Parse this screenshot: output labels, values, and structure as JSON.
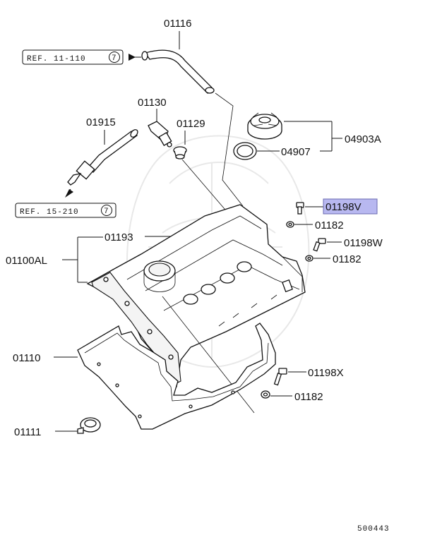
{
  "diagram": {
    "labels": {
      "p01116": "01116",
      "p01130": "01130",
      "p01129": "01129",
      "p01915": "01915",
      "p04903A": "04903A",
      "p04907": "04907",
      "p01198V": "01198V",
      "p01182a": "01182",
      "p01198W": "01198W",
      "p01182b": "01182",
      "p01193": "01193",
      "p01100AL": "01100AL",
      "p01110": "01110",
      "p01198X": "01198X",
      "p01182c": "01182",
      "p01111": "01111"
    },
    "refs": {
      "ref1": "REF. 11-110",
      "ref1_num": "7",
      "ref2": "REF. 15-210",
      "ref2_num": "7"
    },
    "highlight_color": "#b8b8f0",
    "figure_number": "500443"
  }
}
